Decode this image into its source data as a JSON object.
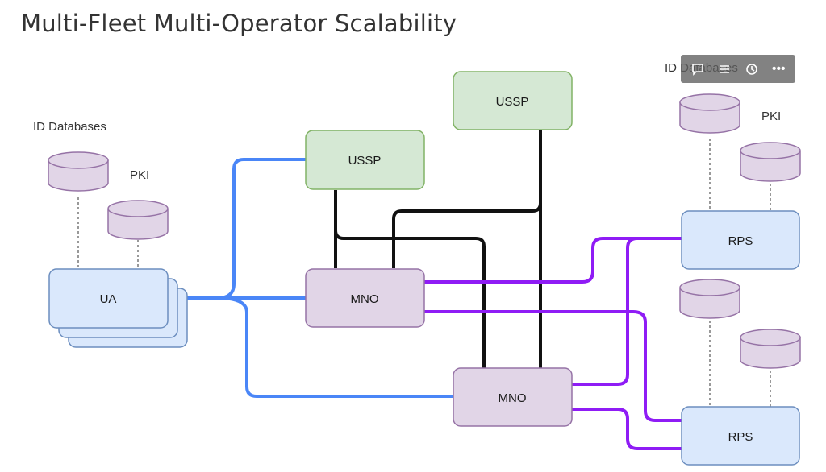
{
  "title": "Multi-Fleet Multi-Operator Scalability",
  "colors": {
    "blue_link": "#4a86f7",
    "purple_link": "#8f1cf5",
    "black_link": "#111111",
    "green_fill": "#d5e8d4",
    "green_stroke": "#82b366",
    "purple_fill": "#e1d5e7",
    "purple_stroke": "#9673a6",
    "blue_fill": "#dae8fc",
    "blue_stroke": "#6c8ebf"
  },
  "labels": {
    "id_databases_left": "ID Databases",
    "pki_left": "PKI",
    "id_databases_right": "ID Databases",
    "pki_right": "PKI"
  },
  "nodes": {
    "ua": "UA",
    "ussp_left": "USSP",
    "ussp_right": "USSP",
    "mno_top": "MNO",
    "mno_bottom": "MNO",
    "rps_top": "RPS",
    "rps_bottom": "RPS"
  },
  "toolbar": {
    "icons": [
      "comment-icon",
      "list-icon",
      "history-icon",
      "more-icon"
    ],
    "more_label": "•••"
  }
}
